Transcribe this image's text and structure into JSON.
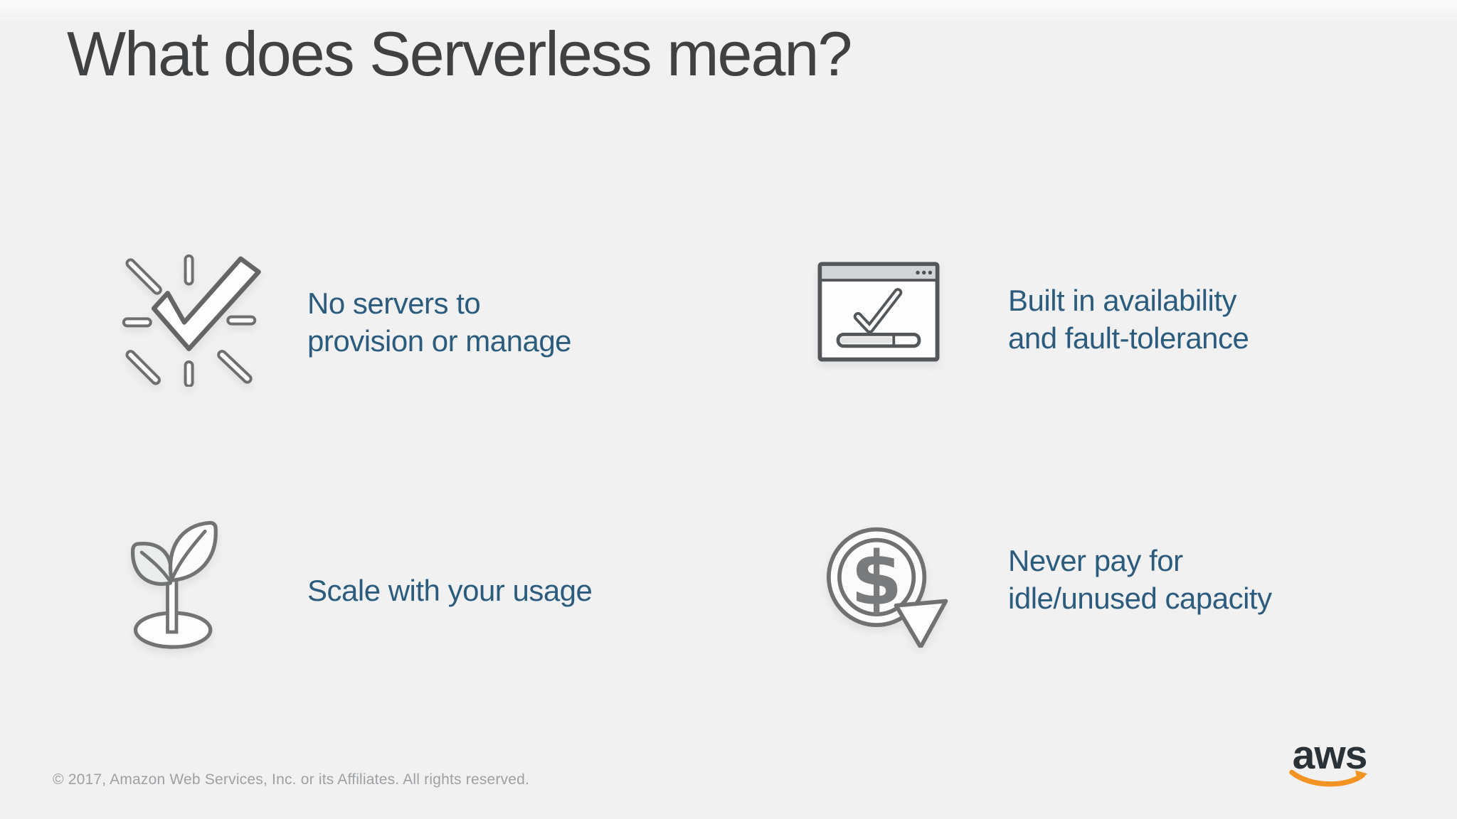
{
  "title": "What does Serverless mean?",
  "items": [
    {
      "icon": "burst-check-icon",
      "label": "No servers to\nprovision or manage"
    },
    {
      "icon": "browser-check-icon",
      "label": "Built in availability\nand fault-tolerance"
    },
    {
      "icon": "sprout-icon",
      "label": "Scale with your usage"
    },
    {
      "icon": "dollar-refresh-icon",
      "label": "Never pay for\nidle/unused capacity"
    }
  ],
  "footer": "© 2017, Amazon Web Services, Inc. or its Affiliates. All rights reserved.",
  "logo_text": "aws",
  "colors": {
    "background": "#f1f1f2",
    "accent_text": "#2b5c7d",
    "title_text": "#3f4143",
    "footer_text": "#9da1a4",
    "icon_stroke": "#6e7072",
    "aws_orange": "#f39322"
  }
}
